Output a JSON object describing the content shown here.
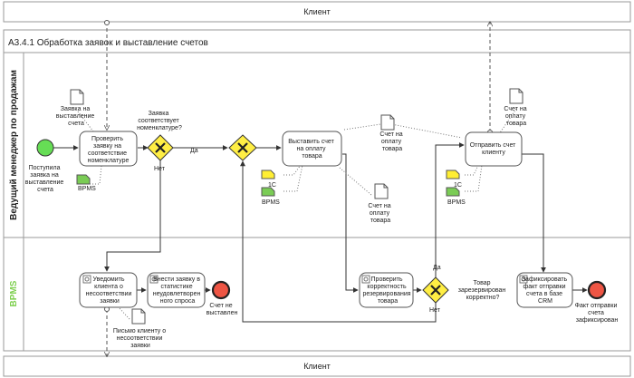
{
  "pool_top": "Клиент",
  "pool_bottom": "Клиент",
  "process_title": "А3.4.1 Обработка заявок и выставление счетов",
  "lanes": {
    "manager": "Ведущий менеджер по продажам",
    "bpms": "BPMS"
  },
  "colors": {
    "start_event": "#66dd55",
    "end_event": "#ee5544",
    "gateway_fill": "#ffee44",
    "bpms_lane_text": "#7fd050",
    "doc_1c": "#ffee33",
    "doc_bpms": "#7acc55",
    "lane_border": "#9a9a9a",
    "task_border": "#555555"
  },
  "events": {
    "start_label": [
      "Поступила",
      "заявка на",
      "выставление",
      "счета"
    ],
    "end1_label": [
      "Счет не",
      "выставлен"
    ],
    "end2_label": [
      "Факт отправки",
      "счета",
      "зафиксирован"
    ]
  },
  "tasks": {
    "check": [
      "Проверить",
      "заявку на",
      "соответствие",
      "номенклатуре"
    ],
    "invoice": [
      "Выставить счет",
      "на оплату",
      "товара"
    ],
    "send": [
      "Отправить счет",
      "клиенту"
    ],
    "notify": [
      "Уведомить",
      "клиента о",
      "несоответствии",
      "заявки"
    ],
    "stats": [
      "Внести заявку в",
      "статистике",
      "неудовлетворен",
      "ного спроса"
    ],
    "reserve": [
      "Проверить",
      "корректность",
      "резервирования",
      "товара"
    ],
    "crm": [
      "Зафиксировать",
      "факт отправки",
      "счета в базе",
      "CRM"
    ]
  },
  "gateways": {
    "g1_question": [
      "Заявка",
      "соответствует",
      "номенклатуре?"
    ],
    "g1_yes": "Да",
    "g1_no": "Нет",
    "g3_question": [
      "Товар",
      "зарезервирован",
      "корректно?"
    ],
    "g3_yes": "Да",
    "g3_no": "Нет"
  },
  "documents": {
    "request": [
      "Заявка на",
      "выставление",
      "счета"
    ],
    "bpms_1": "BPMS",
    "invoice_flow": [
      "Счет на",
      "оплату",
      "товара"
    ],
    "invoice_bottom": [
      "Счет на",
      "оплату",
      "товара"
    ],
    "c1_a": "1С",
    "bpms_2": "BPMS",
    "invoice_top_right": [
      "Счет на",
      "оплату",
      "товара"
    ],
    "c1_b": "1С",
    "bpms_3": "BPMS",
    "letter": [
      "Письмо клиенту о",
      "несоответствии",
      "заявки"
    ]
  },
  "icons": {
    "service_task": "gear-icon",
    "document": "document-icon",
    "exclusive_gateway": "x-icon"
  }
}
